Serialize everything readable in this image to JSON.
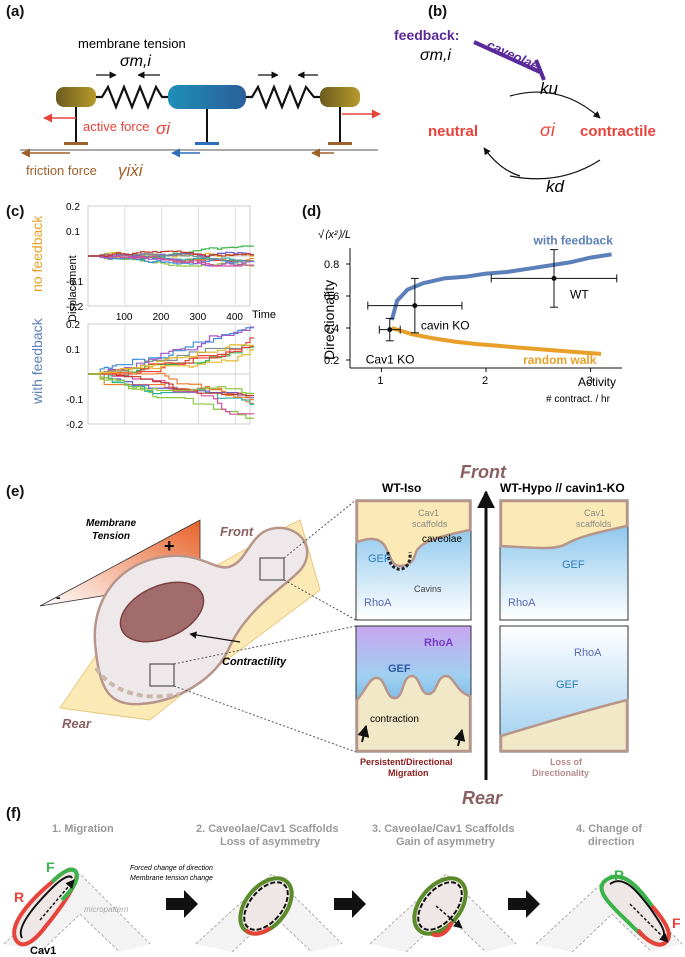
{
  "panel_labels": {
    "a": "(a)",
    "b": "(b)",
    "c": "(c)",
    "d": "(d)",
    "e": "(e)",
    "f": "(f)"
  },
  "panel_a": {
    "membrane_tension": "membrane tension",
    "sigma_mi": "σm,i",
    "active_force": "active force",
    "sigma_i": "σi",
    "friction_force": "friction force",
    "gamma_xi": "γiẋi"
  },
  "panel_b": {
    "feedback": "feedback:",
    "sigma_mi": "σm,i",
    "caveolae": "caveolae",
    "ku": "ku",
    "kd": "kd",
    "neutral": "neutral",
    "sigma_i": "σi",
    "contractile": "contractile"
  },
  "panel_c": {
    "no_feedback": "no feedback",
    "with_feedback": "with feedback",
    "ylabel": "Displacement",
    "xlabel": "Time",
    "top_yticks": [
      "0.2",
      "0.1",
      "-0.1",
      "-0.2"
    ],
    "bottom_yticks": [
      "0.2",
      "0.1",
      "-0.1",
      "-0.2"
    ],
    "xticks": [
      "100",
      "200",
      "300",
      "400"
    ],
    "colors": [
      "#e8433a",
      "#f07d2a",
      "#e2b92a",
      "#8cc63f",
      "#3bb34a",
      "#27b0a5",
      "#3c8fd8",
      "#6a5bd6",
      "#a05cc8",
      "#d94d9a",
      "#7f8c8d",
      "#c0392b"
    ]
  },
  "chart_data": {
    "type": "line",
    "title": "",
    "xlabel": "Activity # contract. / hr",
    "ylabel": "Directionality",
    "ylabel_formula": "√⟨x²⟩/L",
    "xlim": [
      0.7,
      3.3
    ],
    "ylim": [
      0.15,
      0.9
    ],
    "xticks": [
      "1",
      "2",
      "3"
    ],
    "yticks": [
      "0.2",
      "0.4",
      "0.6",
      "0.8"
    ],
    "series": [
      {
        "name": "with feedback",
        "color": "#5b7fb8",
        "x": [
          1.1,
          1.15,
          1.25,
          1.4,
          1.6,
          1.8,
          2.0,
          2.2,
          2.4,
          2.6,
          2.8,
          3.0,
          3.2
        ],
        "y": [
          0.45,
          0.57,
          0.64,
          0.68,
          0.71,
          0.72,
          0.74,
          0.75,
          0.77,
          0.79,
          0.81,
          0.84,
          0.86
        ]
      },
      {
        "name": "random walk",
        "color": "#e8a02a",
        "x": [
          1.1,
          1.3,
          1.5,
          1.7,
          1.9,
          2.1,
          2.3,
          2.5,
          2.7,
          2.9,
          3.1
        ],
        "y": [
          0.4,
          0.36,
          0.335,
          0.315,
          0.3,
          0.29,
          0.278,
          0.268,
          0.258,
          0.248,
          0.238
        ]
      }
    ],
    "points": [
      {
        "label": "Cav1 KO",
        "x": 1.08,
        "y": 0.39,
        "xerr": 0.1,
        "yerr": 0.07
      },
      {
        "label": "cavin KO",
        "x": 1.32,
        "y": 0.54,
        "xerr": 0.45,
        "yerr": 0.17
      },
      {
        "label": "WT",
        "x": 2.65,
        "y": 0.71,
        "xerr": 0.6,
        "yerr": 0.18
      }
    ]
  },
  "panel_e": {
    "membrane_tension": "Membrane Tension",
    "plus": "+",
    "minus": "-",
    "front": "Front",
    "rear": "Rear",
    "contractility": "Contractility",
    "wt_iso": "WT-Iso",
    "wt_hypo": "WT-Hypo // cavin1-KO",
    "big_front": "Front",
    "big_rear": "Rear",
    "cav1_scaffolds": "Cav1 scaffolds",
    "caveolae": "caveolae",
    "gef": "GEF",
    "cavins": "Cavins",
    "rhoa": "RhoA",
    "contraction": "contraction",
    "persistent": "Persistent/Directional Migration",
    "loss_dir": "Loss of Directionality"
  },
  "panel_f": {
    "step1": "1. Migration",
    "step2_l1": "2. Caveolae/Cav1 Scaffolds",
    "step2_l2": "Loss of asymmetry",
    "step3_l1": "3. Caveolae/Cav1 Scaffolds",
    "step3_l2": "Gain of asymmetry",
    "step4_l1": "4. Change of",
    "step4_l2": "direction",
    "forced_l1": "Forced change of direction",
    "forced_l2": "Membrane tension change",
    "micropattern": "micropattern",
    "R": "R",
    "F": "F",
    "cav1": "Cav1"
  }
}
